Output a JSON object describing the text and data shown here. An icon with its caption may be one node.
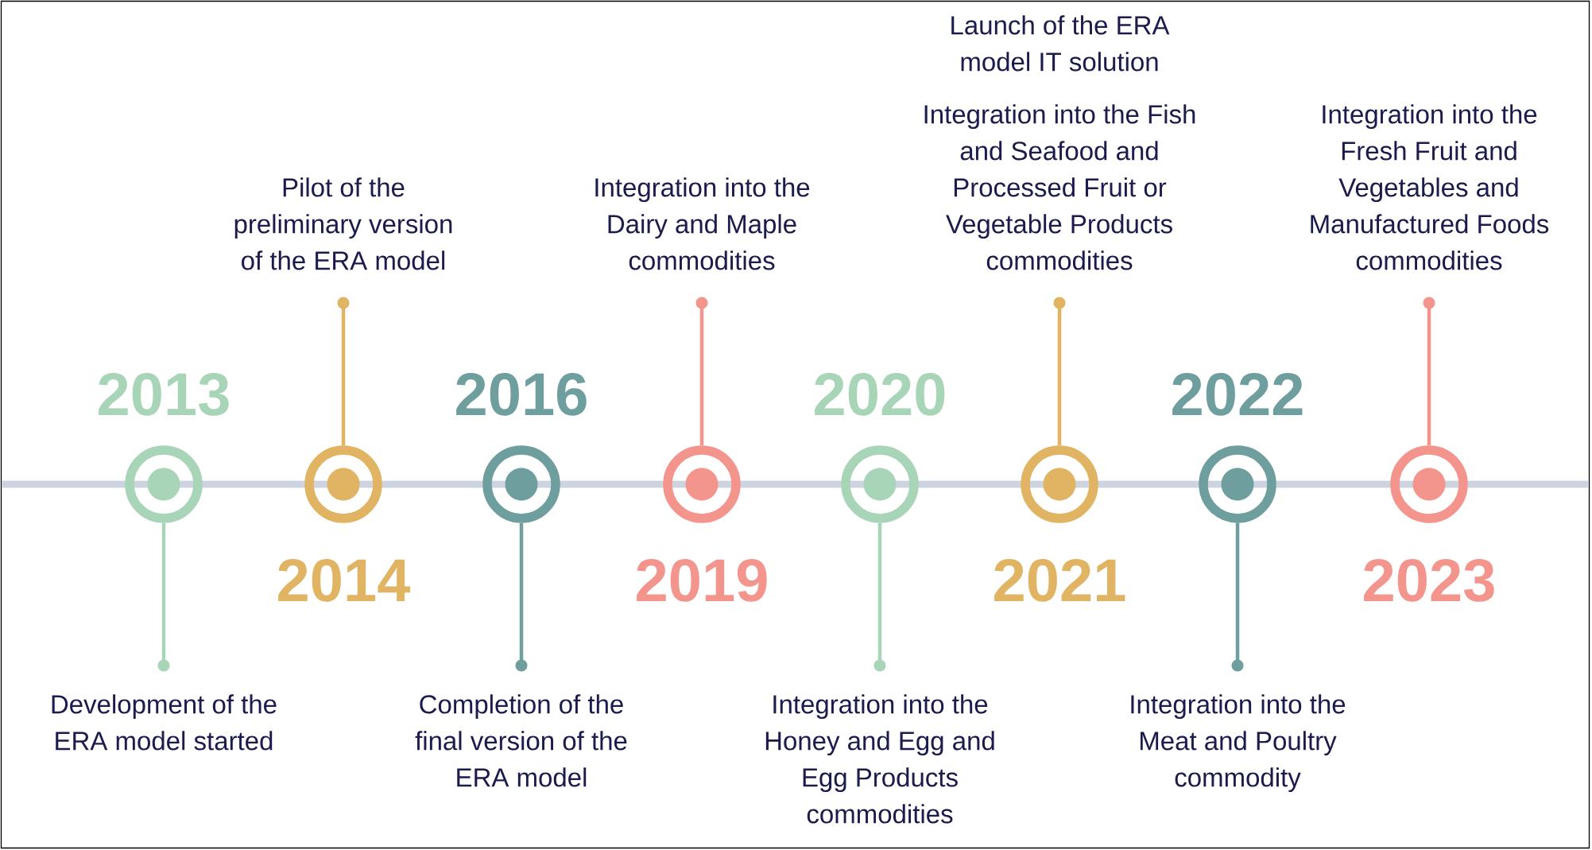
{
  "diagram": {
    "nodes": [
      {
        "text": [],
        "shape": "circle",
        "beside": [
          "2013"
        ]
      },
      {
        "text": [
          "Development of the ERA model started"
        ]
      },
      {
        "text": [],
        "shape": "circle",
        "beside": [
          "2014"
        ]
      },
      {
        "text": [
          "Pilot of the preliminary version of the ERA model"
        ]
      },
      {
        "text": [],
        "shape": "circle",
        "beside": [
          "2016"
        ]
      },
      {
        "text": [
          "Completion of the final version of the ERA model"
        ]
      },
      {
        "text": [],
        "shape": "circle",
        "beside": [
          "2019"
        ]
      },
      {
        "text": [
          "Integration into the Dairy and Maple commodities"
        ]
      },
      {
        "text": [],
        "shape": "circle",
        "beside": [
          "2020"
        ]
      },
      {
        "text": [
          "Integration into the Honey and Egg and Egg Products commodities"
        ]
      },
      {
        "text": [],
        "shape": "circle",
        "beside": [
          "2021"
        ]
      },
      {
        "text": [
          "Launch of the ERA model IT solution",
          "Integration into the Fish and Seafood and Processed Fruit or Vegetable Products commodities"
        ]
      },
      {
        "text": [],
        "shape": "circle",
        "beside": [
          "2022"
        ]
      },
      {
        "text": [
          "Integration into the Meat and Poultry commodity"
        ]
      },
      {
        "text": [],
        "shape": "circle",
        "beside": [
          "2023"
        ]
      },
      {
        "text": [
          "Integration into the Fresh Fruit and Vegetables and Manufactured Foods commodities"
        ]
      }
    ],
    "edges": [
      {
        "from": 0,
        "to": 1,
        "arrow": "other",
        "color": "#a8d5b7"
      },
      {
        "from": 2,
        "to": 3,
        "arrow": "other",
        "color": "#e0b462"
      },
      {
        "from": 4,
        "to": 5,
        "arrow": "other",
        "color": "#6e9e9d"
      },
      {
        "from": 6,
        "to": 7,
        "arrow": "other",
        "color": "#f4958d"
      },
      {
        "from": 8,
        "to": 9,
        "arrow": "other",
        "color": "#a8d5b7"
      },
      {
        "from": 10,
        "to": 11,
        "arrow": "other",
        "color": "#e0b462"
      },
      {
        "from": 12,
        "to": 13,
        "arrow": "other",
        "color": "#6e9e9d"
      },
      {
        "from": 14,
        "to": 15,
        "arrow": "other",
        "color": "#f4958d"
      }
    ]
  }
}
